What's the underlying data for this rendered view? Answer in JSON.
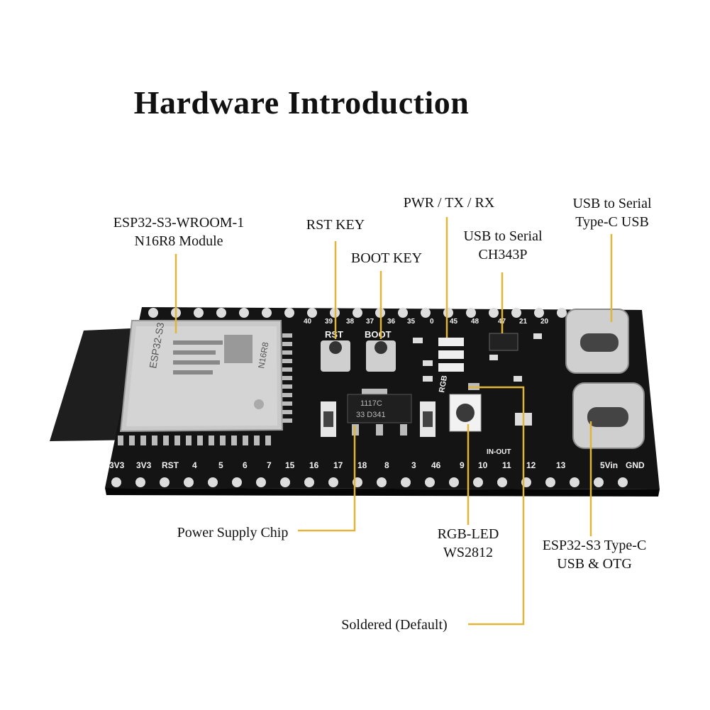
{
  "title": "Hardware Introduction",
  "callouts": {
    "module": [
      "ESP32-S3-WROOM-1",
      "N16R8 Module"
    ],
    "rst_key": "RST KEY",
    "boot_key": "BOOT KEY",
    "pwr_tx_rx": "PWR / TX / RX",
    "ch343p": [
      "USB to Serial",
      "CH343P"
    ],
    "usb_serial": [
      "USB to Serial",
      "Type-C USB"
    ],
    "power_chip": "Power Supply Chip",
    "rgb_led": [
      "RGB-LED",
      "WS2812"
    ],
    "usb_otg": [
      "ESP32-S3 Type-C",
      "USB & OTG"
    ],
    "soldered": "Soldered (Default)"
  },
  "board": {
    "module_text": [
      "ESP32-S3",
      "N16R8"
    ],
    "rst": "RST",
    "boot": "BOOT",
    "rgb": "RGB",
    "in_out": "IN-OUT",
    "reg_text": [
      "1117C",
      "33  D341"
    ],
    "top_pins": [
      "40",
      "39",
      "38",
      "37",
      "36",
      "35",
      "0",
      "45",
      "48",
      "47",
      "21",
      "20"
    ],
    "bottom_pins": [
      "3V3",
      "3V3",
      "RST",
      "4",
      "5",
      "6",
      "7",
      "15",
      "16",
      "17",
      "18",
      "8",
      "3",
      "46",
      "9",
      "10",
      "11",
      "12",
      "13"
    ],
    "power_pins": [
      "5Vin",
      "GND"
    ]
  },
  "colors": {
    "leader": "#e0b63a",
    "board": "#141414",
    "shield": "#c9c9c9"
  }
}
